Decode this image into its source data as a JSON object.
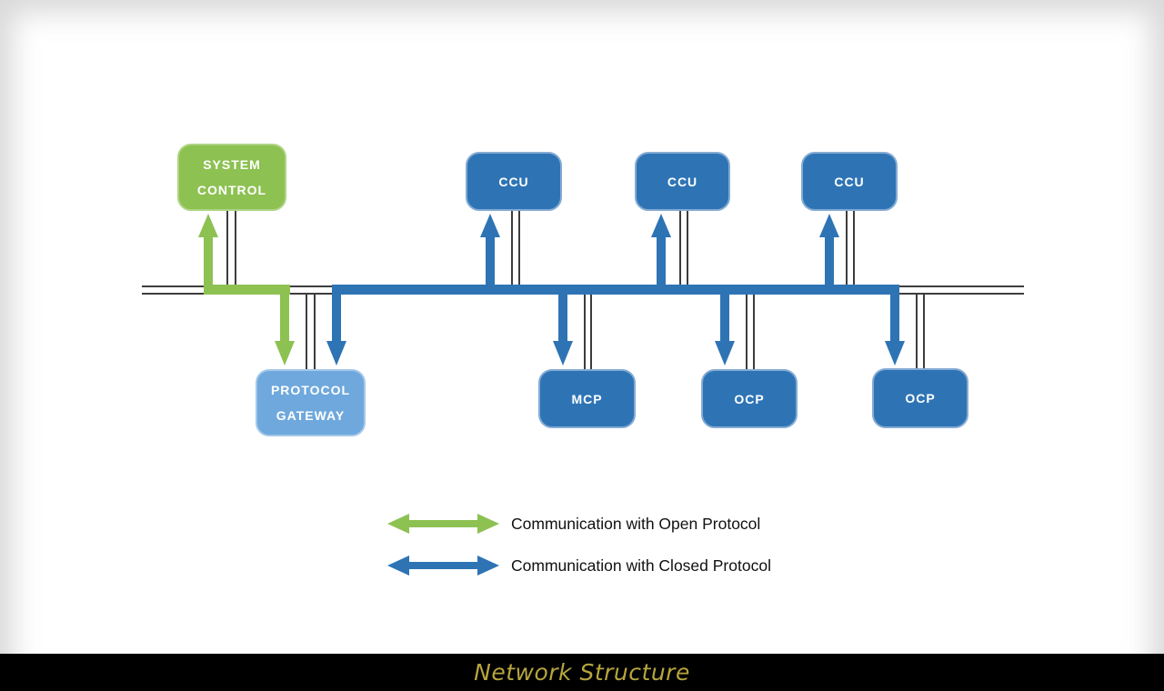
{
  "page": {
    "title": "Network Structure"
  },
  "colors": {
    "open_protocol": "#8dc152",
    "open_border": "#aed584",
    "closed_protocol": "#2e74b5",
    "closed_border": "#84abd3",
    "gateway_fill": "#6fa8dc",
    "gateway_border": "#a4c8ea",
    "bus_line": "#3d3d3d",
    "title_text": "#b6a53e",
    "bar_bg": "#000000"
  },
  "nodes": {
    "system_control": {
      "line1": "SYSTEM",
      "line2": "CONTROL"
    },
    "protocol_gateway": {
      "line1": "PROTOCOL",
      "line2": "GATEWAY"
    },
    "ccu1": {
      "label": "CCU"
    },
    "ccu2": {
      "label": "CCU"
    },
    "ccu3": {
      "label": "CCU"
    },
    "mcp": {
      "label": "MCP"
    },
    "ocp1": {
      "label": "OCP"
    },
    "ocp2": {
      "label": "OCP"
    }
  },
  "legend": {
    "open": {
      "label": "Communication with Open Protocol"
    },
    "closed": {
      "label": "Communication with Closed Protocol"
    }
  }
}
